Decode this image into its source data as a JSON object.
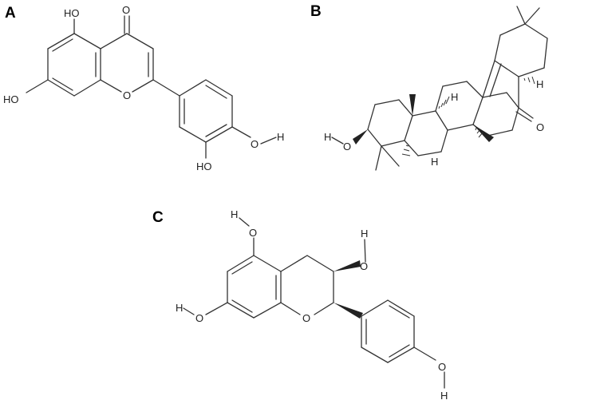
{
  "panels": [
    {
      "label": "A",
      "atoms": {
        "o_top": "O",
        "ho_upper": "HO",
        "ho_left": "HO",
        "ring_o": "O",
        "oh_right_o": "O",
        "oh_right_h": "H",
        "ho_bottom": "HO"
      }
    },
    {
      "label": "B",
      "atoms": {
        "h_stereo1": "H",
        "h_stereo2": "H",
        "h_stereo3": "H",
        "o_ketone": "O",
        "ho_o": "O",
        "ho_h": "H"
      }
    },
    {
      "label": "C",
      "atoms": {
        "h_top": "H",
        "o_top": "O",
        "o3_h": "H",
        "o3_o": "O",
        "h_left": "H",
        "o_left": "O",
        "ring_o": "O",
        "o4_o": "O",
        "o4_h": "H"
      }
    }
  ]
}
